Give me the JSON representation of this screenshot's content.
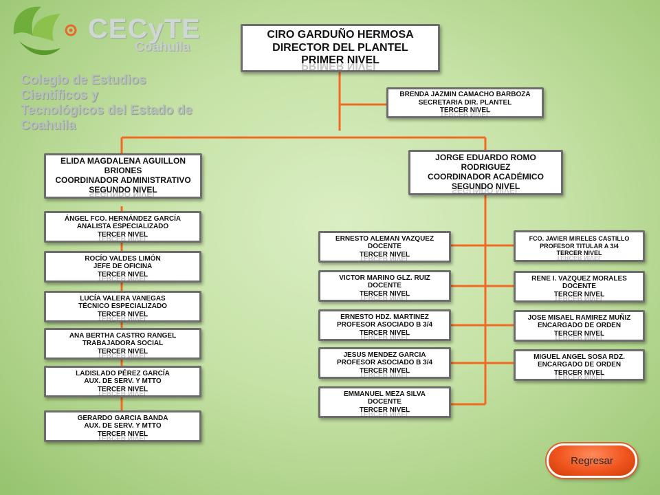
{
  "logo": {
    "brand": "CECyTE",
    "region": "Coahuila",
    "institution_line1": "Colegio de Estudios Científicos y",
    "institution_line2": "Tecnológicos del Estado de Coahuila",
    "icon": "cecyte-leaf-logo"
  },
  "colors": {
    "connector": "#f26a22",
    "box_border": "#6d6d6d",
    "button": "#f0551e"
  },
  "director": {
    "name": "CIRO GARDUÑO HERMOSA",
    "role": "DIRECTOR DEL PLANTEL",
    "level": "PRIMER NIVEL"
  },
  "secretary": {
    "name": "BRENDA JAZMIN CAMACHO BARBOZA",
    "role": "SECRETARIA DIR. PLANTEL",
    "level": "TERCER NIVEL"
  },
  "admin_coord": {
    "name1": "ELIDA MAGDALENA  AGUILLON",
    "name2": "BRIONES",
    "role": "COORDINADOR ADMINISTRATIVO",
    "level": "SEGUNDO NIVEL"
  },
  "acad_coord": {
    "name1": "JORGE EDUARDO ROMO",
    "name2": "RODRIGUEZ",
    "role": "COORDINADOR ACADÉMICO",
    "level": "SEGUNDO NIVEL"
  },
  "admin_staff": [
    {
      "name": "ÁNGEL FCO. HERNÁNDEZ GARCÍA",
      "role": "ANALISTA ESPECIALIZADO",
      "level": "TERCER NIVEL"
    },
    {
      "name": "ROCÍO VALDES LIMÓN",
      "role": "JEFE DE OFICINA",
      "level": "TERCER NIVEL"
    },
    {
      "name": "LUCÍA VALERA VANEGAS",
      "role": "TÉCNICO ESPECIALIZADO",
      "level": "TERCER NIVEL"
    },
    {
      "name": "ANA BERTHA CASTRO RANGEL",
      "role": "TRABAJADORA SOCIAL",
      "level": "TERCER NIVEL"
    },
    {
      "name": "LADISLADO PÉREZ GARCÍA",
      "role": "AUX. DE SERV. Y MTTO",
      "level": "TERCER NIVEL"
    },
    {
      "name": "GERARDO GARCIA BANDA",
      "role": "AUX. DE SERV. Y MTTO",
      "level": "TERCER NIVEL"
    }
  ],
  "acad_left": [
    {
      "name": "ERNESTO ALEMAN VAZQUEZ",
      "role": "DOCENTE",
      "level": "TERCER NIVEL"
    },
    {
      "name": "VICTOR MARINO GLZ. RUIZ",
      "role": "DOCENTE",
      "level": "TERCER NIVEL"
    },
    {
      "name": "ERNESTO HDZ. MARTINEZ",
      "role": "PROFESOR ASOCIADO B 3/4",
      "level": "TERCER NIVEL"
    },
    {
      "name": "JESUS MENDEZ GARCIA",
      "role": "PROFESOR ASOCIADO B 3/4",
      "level": "TERCER NIVEL"
    },
    {
      "name": "EMMANUEL MEZA SILVA",
      "role": "DOCENTE",
      "level": "TERCER NIVEL"
    }
  ],
  "acad_right": [
    {
      "name": "FCO. JAVIER MIRELES CASTILLO",
      "role": "PROFESOR TITULAR  A 3/4",
      "level": "TERCER NIVEL"
    },
    {
      "name": "RENE I. VAZQUEZ MORALES",
      "role": "DOCENTE",
      "level": "TERCER NIVEL"
    },
    {
      "name": "JOSE MISAEL RAMIREZ MUÑIZ",
      "role": "ENCARGADO DE ORDEN",
      "level": "TERCER NIVEL"
    },
    {
      "name": "MIGUEL ANGEL SOSA RDZ.",
      "role": "ENCARGADO DE ORDEN",
      "level": "TERCER NIVEL"
    }
  ],
  "back_button": "Regresar"
}
